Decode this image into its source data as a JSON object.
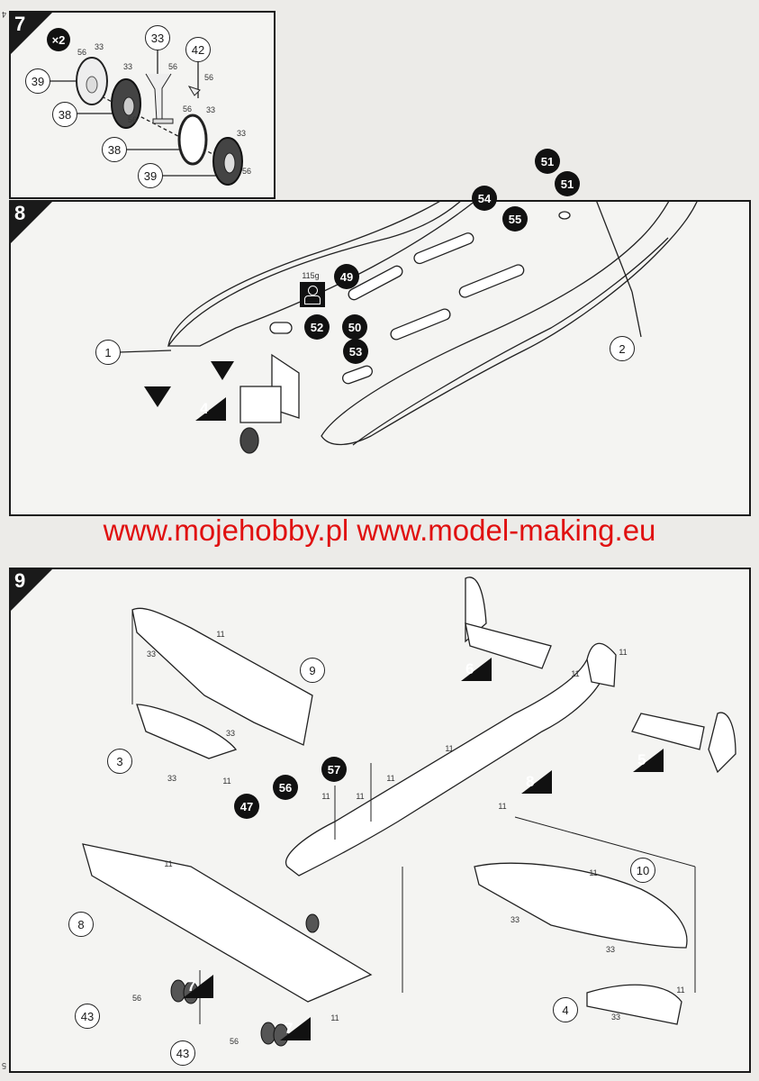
{
  "page_numbers": {
    "top": "4",
    "bottom": "5"
  },
  "watermark": "www.mojehobby.pl www.model-making.eu",
  "step7": {
    "number": "7",
    "quantity_badge": "×2",
    "callouts": [
      "39",
      "38",
      "38",
      "39",
      "33",
      "42"
    ],
    "small": [
      "56",
      "33",
      "33",
      "56",
      "56",
      "56",
      "56",
      "33",
      "33",
      "56"
    ]
  },
  "step8": {
    "number": "8",
    "callouts": [
      "1",
      "2"
    ],
    "black_callouts": [
      "51",
      "51",
      "54",
      "55",
      "49",
      "50",
      "52",
      "53"
    ],
    "weight_label": "115g",
    "ref_step": "4"
  },
  "step9": {
    "number": "9",
    "callouts": [
      "9",
      "3",
      "8",
      "43",
      "43",
      "10",
      "4"
    ],
    "black_callouts": [
      "57",
      "56",
      "47"
    ],
    "ref_steps": [
      "6",
      "5",
      "8",
      "7",
      "7"
    ],
    "small": [
      "11",
      "33",
      "33",
      "33",
      "11",
      "11",
      "11",
      "11",
      "11",
      "11",
      "11",
      "11",
      "11",
      "56",
      "11",
      "56",
      "11",
      "33",
      "33",
      "11",
      "33"
    ]
  }
}
